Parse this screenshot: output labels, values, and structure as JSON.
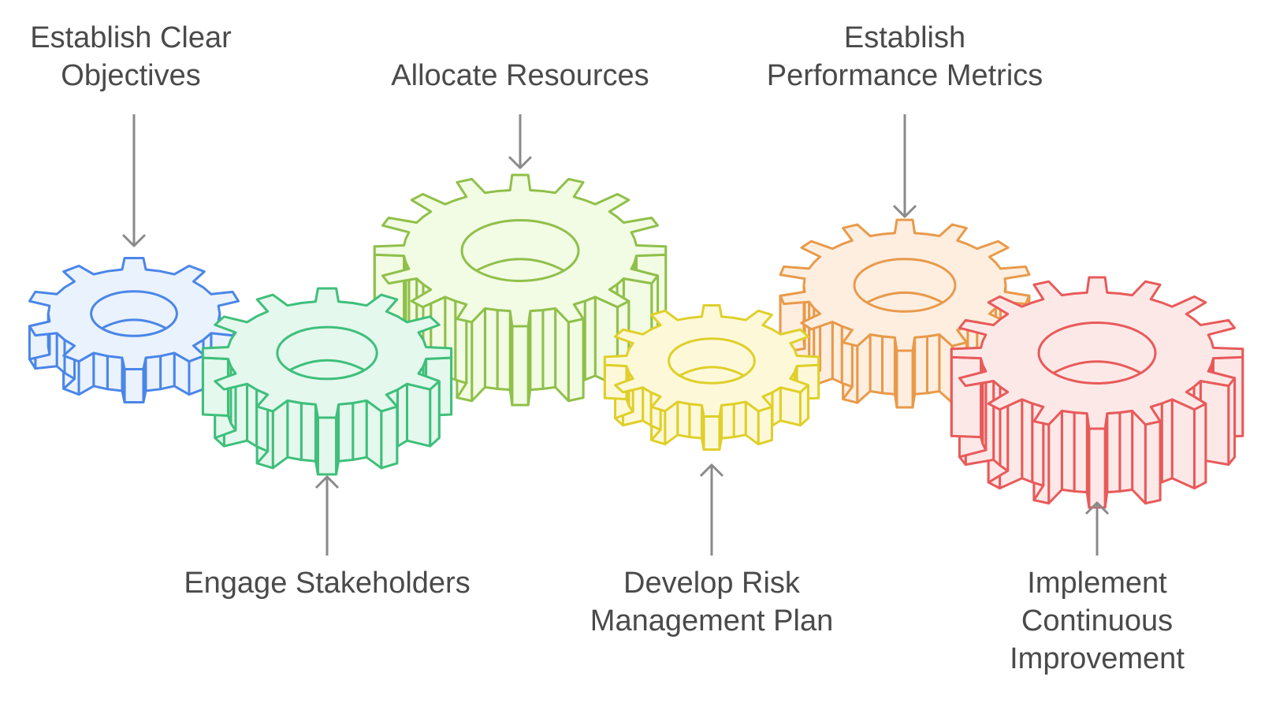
{
  "labels": {
    "establish_clear_objectives": [
      "Establish Clear",
      "Objectives"
    ],
    "allocate_resources": [
      "Allocate Resources"
    ],
    "establish_performance_metrics": [
      "Establish",
      "Performance Metrics"
    ],
    "engage_stakeholders": [
      "Engage Stakeholders"
    ],
    "develop_risk_management_plan": [
      "Develop Risk",
      "Management Plan"
    ],
    "implement_continuous_improvement": [
      "Implement",
      "Continuous",
      "Improvement"
    ]
  },
  "gears": [
    {
      "id": "gear-blue",
      "stroke": "#4a86e8",
      "fill": "#eaf2fd",
      "teeth": 10
    },
    {
      "id": "gear-lime",
      "stroke": "#8fc04a",
      "fill": "#f2fbe3",
      "teeth": 16
    },
    {
      "id": "gear-orange",
      "stroke": "#e89a4a",
      "fill": "#fdeee0",
      "teeth": 14
    },
    {
      "id": "gear-green",
      "stroke": "#3fbf7a",
      "fill": "#e4f8ee",
      "teeth": 12
    },
    {
      "id": "gear-yellow",
      "stroke": "#e0cf2a",
      "fill": "#fdf9d8",
      "teeth": 12
    },
    {
      "id": "gear-red",
      "stroke": "#e85a5a",
      "fill": "#fde8e8",
      "teeth": 16
    }
  ],
  "arrow_color": "#8a8a8a",
  "text_color": "#4a4a4a"
}
